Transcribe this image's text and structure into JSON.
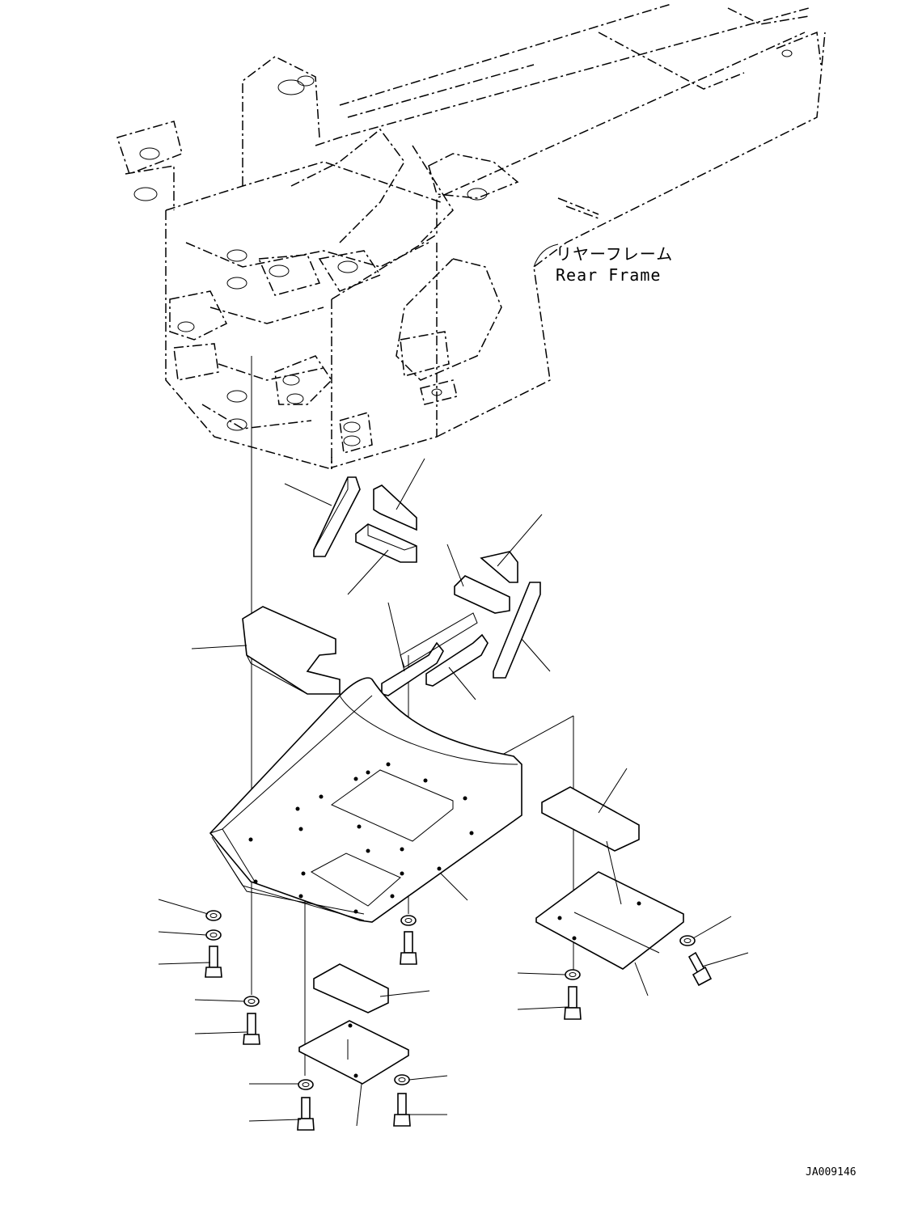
{
  "diagram": {
    "frame_label_jp": "リヤーフレーム",
    "frame_label_en": "Rear Frame",
    "drawing_id": "JA009146"
  },
  "icons": {
    "bolt": "hex-bolt-icon",
    "washer": "washer-icon",
    "pad": "rubber-pad-icon"
  }
}
